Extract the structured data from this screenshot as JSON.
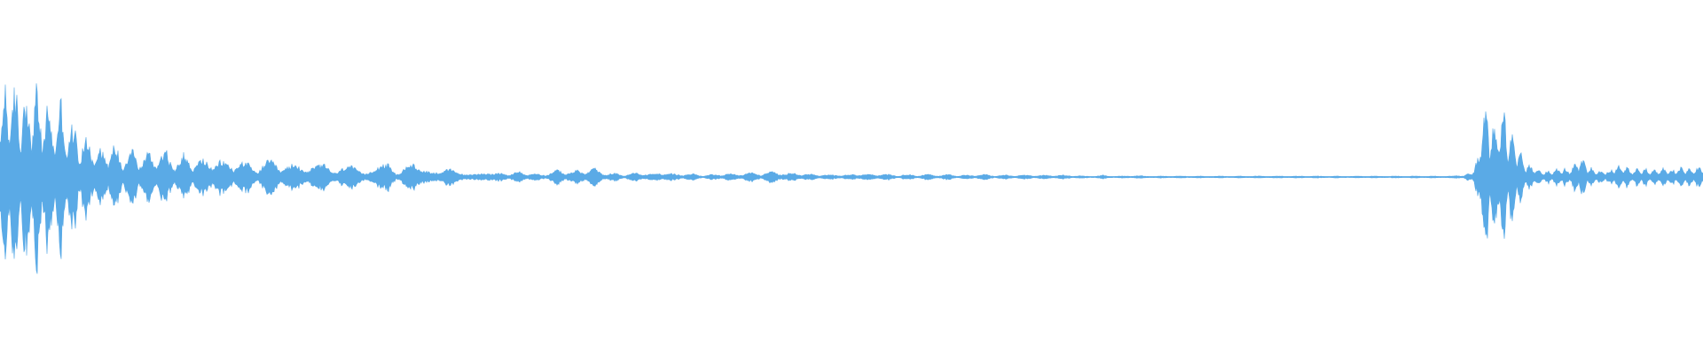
{
  "waveform": {
    "color": "#5aaae6",
    "background": "#ffffff",
    "baseline_visible": true,
    "description_free": true,
    "envelope": [
      [
        0.0,
        0.95
      ],
      [
        0.006,
        0.98
      ],
      [
        0.012,
        0.9
      ],
      [
        0.018,
        0.95
      ],
      [
        0.024,
        0.85
      ],
      [
        0.03,
        0.7
      ],
      [
        0.036,
        0.78
      ],
      [
        0.042,
        0.55
      ],
      [
        0.048,
        0.45
      ],
      [
        0.054,
        0.4
      ],
      [
        0.06,
        0.3
      ],
      [
        0.066,
        0.35
      ],
      [
        0.072,
        0.25
      ],
      [
        0.078,
        0.32
      ],
      [
        0.084,
        0.22
      ],
      [
        0.09,
        0.28
      ],
      [
        0.096,
        0.3
      ],
      [
        0.102,
        0.2
      ],
      [
        0.108,
        0.24
      ],
      [
        0.114,
        0.2
      ],
      [
        0.12,
        0.18
      ],
      [
        0.126,
        0.22
      ],
      [
        0.132,
        0.15
      ],
      [
        0.138,
        0.2
      ],
      [
        0.144,
        0.16
      ],
      [
        0.15,
        0.12
      ],
      [
        0.156,
        0.16
      ],
      [
        0.162,
        0.18
      ],
      [
        0.168,
        0.14
      ],
      [
        0.174,
        0.12
      ],
      [
        0.18,
        0.16
      ],
      [
        0.186,
        0.12
      ],
      [
        0.192,
        0.14
      ],
      [
        0.198,
        0.1
      ],
      [
        0.204,
        0.12
      ],
      [
        0.21,
        0.1
      ],
      [
        0.216,
        0.08
      ],
      [
        0.222,
        0.1
      ],
      [
        0.228,
        0.18
      ],
      [
        0.234,
        0.06
      ],
      [
        0.24,
        0.16
      ],
      [
        0.246,
        0.08
      ],
      [
        0.252,
        0.14
      ],
      [
        0.258,
        0.06
      ],
      [
        0.264,
        0.08
      ],
      [
        0.27,
        0.05
      ],
      [
        0.276,
        0.06
      ],
      [
        0.282,
        0.04
      ],
      [
        0.288,
        0.03
      ],
      [
        0.294,
        0.06
      ],
      [
        0.3,
        0.04
      ],
      [
        0.306,
        0.06
      ],
      [
        0.312,
        0.04
      ],
      [
        0.318,
        0.03
      ],
      [
        0.324,
        0.06
      ],
      [
        0.33,
        0.08
      ],
      [
        0.336,
        0.06
      ],
      [
        0.342,
        0.08
      ],
      [
        0.348,
        0.1
      ],
      [
        0.354,
        0.05
      ],
      [
        0.36,
        0.04
      ],
      [
        0.366,
        0.03
      ],
      [
        0.372,
        0.04
      ],
      [
        0.378,
        0.05
      ],
      [
        0.384,
        0.03
      ],
      [
        0.39,
        0.06
      ],
      [
        0.396,
        0.03
      ],
      [
        0.402,
        0.04
      ],
      [
        0.408,
        0.03
      ],
      [
        0.414,
        0.02
      ],
      [
        0.42,
        0.03
      ],
      [
        0.426,
        0.04
      ],
      [
        0.432,
        0.03
      ],
      [
        0.438,
        0.05
      ],
      [
        0.444,
        0.04
      ],
      [
        0.45,
        0.05
      ],
      [
        0.456,
        0.06
      ],
      [
        0.462,
        0.04
      ],
      [
        0.468,
        0.05
      ],
      [
        0.474,
        0.03
      ],
      [
        0.48,
        0.03
      ],
      [
        0.486,
        0.02
      ],
      [
        0.492,
        0.03
      ],
      [
        0.498,
        0.02
      ],
      [
        0.504,
        0.04
      ],
      [
        0.51,
        0.03
      ],
      [
        0.516,
        0.04
      ],
      [
        0.522,
        0.03
      ],
      [
        0.528,
        0.02
      ],
      [
        0.534,
        0.03
      ],
      [
        0.54,
        0.02
      ],
      [
        0.546,
        0.03
      ],
      [
        0.552,
        0.02
      ],
      [
        0.558,
        0.03
      ],
      [
        0.564,
        0.02
      ],
      [
        0.57,
        0.02
      ],
      [
        0.576,
        0.03
      ],
      [
        0.582,
        0.02
      ],
      [
        0.588,
        0.02
      ],
      [
        0.594,
        0.02
      ],
      [
        0.6,
        0.02
      ],
      [
        0.606,
        0.02
      ],
      [
        0.612,
        0.02
      ],
      [
        0.618,
        0.02
      ],
      [
        0.624,
        0.02
      ],
      [
        0.63,
        0.02
      ],
      [
        0.636,
        0.01
      ],
      [
        0.642,
        0.01
      ],
      [
        0.648,
        0.02
      ],
      [
        0.654,
        0.01
      ],
      [
        0.66,
        0.01
      ],
      [
        0.666,
        0.02
      ],
      [
        0.672,
        0.01
      ],
      [
        0.678,
        0.01
      ],
      [
        0.684,
        0.01
      ],
      [
        0.69,
        0.01
      ],
      [
        0.696,
        0.01
      ],
      [
        0.702,
        0.01
      ],
      [
        0.708,
        0.01
      ],
      [
        0.714,
        0.01
      ],
      [
        0.72,
        0.01
      ],
      [
        0.726,
        0.01
      ],
      [
        0.732,
        0.01
      ],
      [
        0.738,
        0.01
      ],
      [
        0.744,
        0.01
      ],
      [
        0.75,
        0.01
      ],
      [
        0.756,
        0.01
      ],
      [
        0.762,
        0.01
      ],
      [
        0.768,
        0.01
      ],
      [
        0.774,
        0.01
      ],
      [
        0.78,
        0.01
      ],
      [
        0.786,
        0.01
      ],
      [
        0.792,
        0.01
      ],
      [
        0.798,
        0.01
      ],
      [
        0.804,
        0.01
      ],
      [
        0.81,
        0.01
      ],
      [
        0.816,
        0.01
      ],
      [
        0.822,
        0.01
      ],
      [
        0.828,
        0.01
      ],
      [
        0.834,
        0.01
      ],
      [
        0.84,
        0.01
      ],
      [
        0.846,
        0.01
      ],
      [
        0.852,
        0.01
      ],
      [
        0.858,
        0.02
      ],
      [
        0.864,
        0.05
      ],
      [
        0.868,
        0.2
      ],
      [
        0.871,
        0.9
      ],
      [
        0.874,
        0.7
      ],
      [
        0.878,
        0.55
      ],
      [
        0.882,
        0.85
      ],
      [
        0.886,
        0.5
      ],
      [
        0.89,
        0.35
      ],
      [
        0.894,
        0.2
      ],
      [
        0.898,
        0.12
      ],
      [
        0.904,
        0.08
      ],
      [
        0.91,
        0.06
      ],
      [
        0.916,
        0.1
      ],
      [
        0.922,
        0.08
      ],
      [
        0.928,
        0.2
      ],
      [
        0.934,
        0.1
      ],
      [
        0.94,
        0.06
      ],
      [
        0.946,
        0.08
      ],
      [
        0.952,
        0.14
      ],
      [
        0.958,
        0.08
      ],
      [
        0.964,
        0.1
      ],
      [
        0.97,
        0.07
      ],
      [
        0.976,
        0.09
      ],
      [
        0.982,
        0.08
      ],
      [
        0.988,
        0.1
      ],
      [
        0.994,
        0.09
      ],
      [
        1.0,
        0.12
      ]
    ]
  }
}
